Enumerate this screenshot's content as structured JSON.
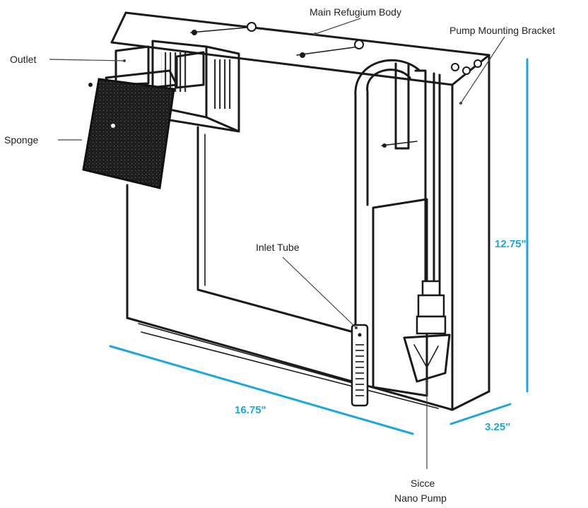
{
  "labels": {
    "main_body": "Main Refugium Body",
    "pump_bracket": "Pump Mounting Bracket",
    "outlet": "Outlet",
    "sponge": "Sponge",
    "inlet_tube": "Inlet Tube",
    "pump_line1": "Sicce",
    "pump_line2": "Nano Pump"
  },
  "dimensions": {
    "width": "16.75\"",
    "height": "12.75\"",
    "depth": "3.25\""
  },
  "colors": {
    "dimension": "#1aa6e0",
    "sponge": "#1c1c1c",
    "line": "#1a1a1a"
  }
}
